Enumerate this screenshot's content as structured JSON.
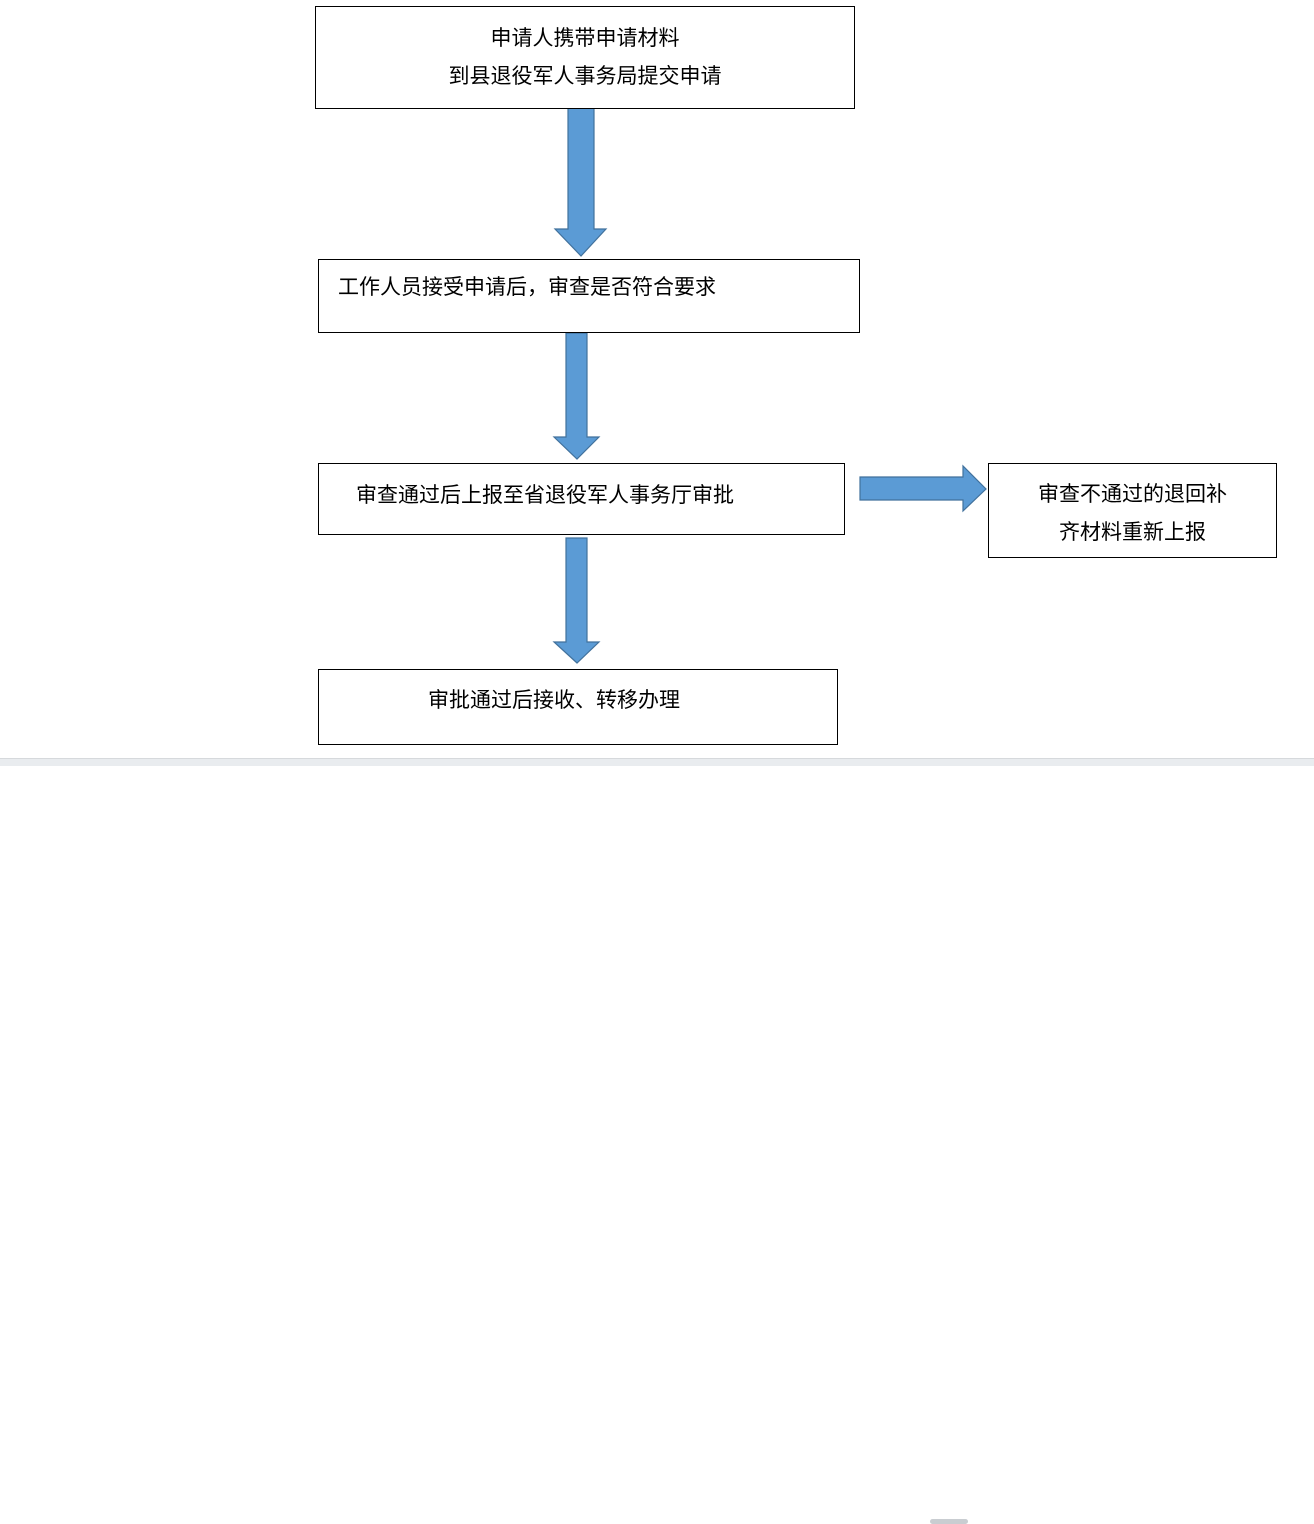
{
  "flowchart": {
    "steps": [
      {
        "id": "submit",
        "lines": [
          "申请人携带申请材料",
          "到县退役军人事务局提交申请"
        ]
      },
      {
        "id": "review",
        "lines": [
          "工作人员接受申请后，审查是否符合要求"
        ]
      },
      {
        "id": "report",
        "lines": [
          "审查通过后上报至省退役军人事务厅审批"
        ]
      },
      {
        "id": "reject",
        "lines": [
          "审查不通过的退回补",
          "齐材料重新上报"
        ]
      },
      {
        "id": "transfer",
        "lines": [
          "审批通过后接收、转移办理"
        ]
      }
    ],
    "connections": [
      {
        "from": "submit",
        "to": "review"
      },
      {
        "from": "review",
        "to": "report"
      },
      {
        "from": "report",
        "to": "reject"
      },
      {
        "from": "report",
        "to": "transfer"
      }
    ]
  },
  "colors": {
    "arrow_fill": "#5b9bd5",
    "arrow_stroke": "#41719c",
    "box_border": "#000000",
    "background": "#ffffff"
  }
}
